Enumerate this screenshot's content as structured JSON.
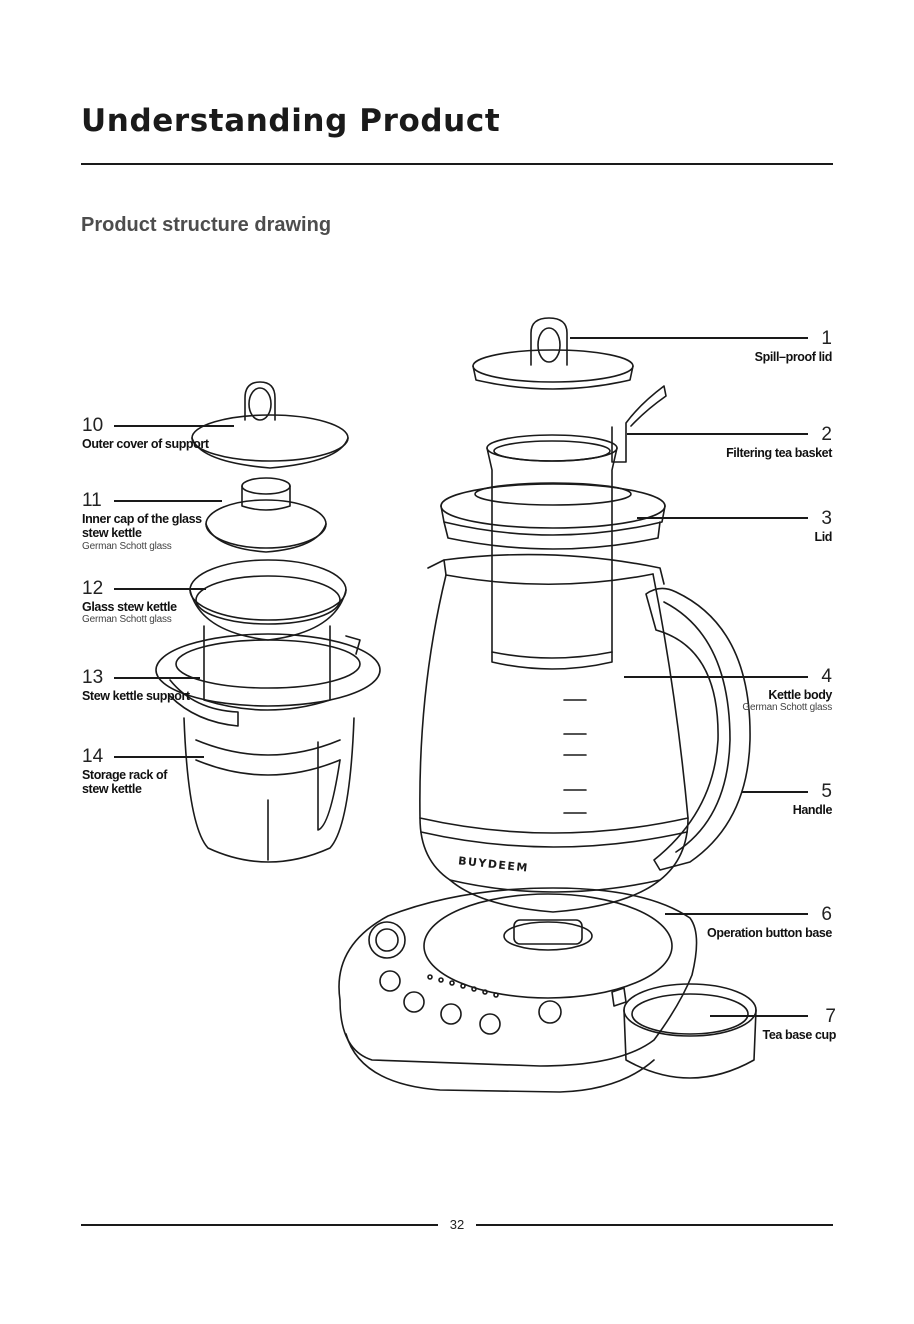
{
  "page": {
    "title": "Understanding Product",
    "section_heading": "Product structure drawing",
    "page_number": "32",
    "brand_mark": "BUYDEEM"
  },
  "parts_right": [
    {
      "number": "1",
      "name": "Spill–proof lid"
    },
    {
      "number": "2",
      "name": "Filtering tea basket"
    },
    {
      "number": "3",
      "name": "Lid"
    },
    {
      "number": "4",
      "name": "Kettle body",
      "note": "German Schott glass"
    },
    {
      "number": "5",
      "name": "Handle"
    },
    {
      "number": "6",
      "name": "Operation button base"
    },
    {
      "number": "7",
      "name": "Tea base cup"
    }
  ],
  "parts_left": [
    {
      "number": "10",
      "name": "Outer cover of support"
    },
    {
      "number": "11",
      "name": "Inner cap of the glass",
      "name2": "stew kettle",
      "note": "German Schott glass"
    },
    {
      "number": "12",
      "name": "Glass stew kettle",
      "note": "German Schott glass"
    },
    {
      "number": "13",
      "name": "Stew kettle support"
    },
    {
      "number": "14",
      "name": "Storage rack of",
      "name2": "stew kettle"
    }
  ]
}
